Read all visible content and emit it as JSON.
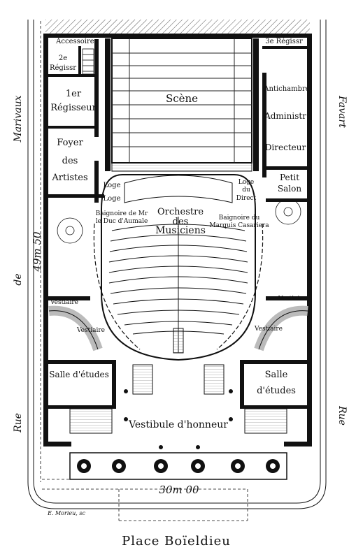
{
  "plan": {
    "streets": {
      "left_top": "Marivaux",
      "left_middle": "de",
      "left_bottom": "Rue",
      "right_top": "Favart",
      "right_bottom": "Rue",
      "bottom": "Place Boïeldieu"
    },
    "dimensions": {
      "depth": "49m 50",
      "width": "30m 00"
    },
    "rooms": {
      "accessoires": "Accessoires",
      "second_regisseur": [
        "2e",
        "Régissr"
      ],
      "third_regisseur": "3e Régissr",
      "first_regisseur": [
        "1er",
        "Régisseur"
      ],
      "scene": "Scène",
      "antichambre": "Antichambre",
      "administr": "Administr",
      "directeur": "Directeur",
      "foyer": [
        "Foyer",
        "des",
        "Artistes"
      ],
      "petit_salon": [
        "Petit",
        "Salon"
      ],
      "loge_1": "Loge",
      "loge_2": "Loge",
      "loge_directeur": [
        "Loge",
        "du",
        "Direct"
      ],
      "baignoire_duc": [
        "Baignoire de Mr",
        "le Duc d'Aumale"
      ],
      "baignoire_marquis": [
        "Baignoire du",
        "Marquis Casariera"
      ],
      "orchestre": [
        "Orchestre",
        "des",
        "Musiciens"
      ],
      "vestiaire_left_1": "Vestiaire",
      "vestiaire_left_2": "Vestiaire",
      "vestiaire_right_1": "Vestiaire",
      "vestiaire_right_2": "Vestiaire",
      "salle_etudes_left": "Salle d'études",
      "salle_etudes_right": [
        "Salle",
        "d'études"
      ],
      "vestibule": "Vestibule d'honneur"
    },
    "engraver": "E. Morieu, sc"
  }
}
